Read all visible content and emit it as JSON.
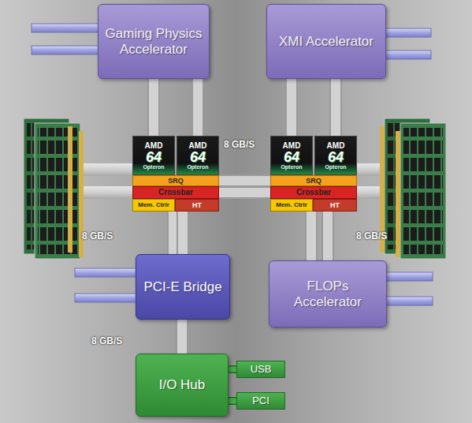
{
  "diagram": {
    "nodes": [
      {
        "text": [
          "Gaming Physics Accelerator"
        ]
      },
      {
        "text": [
          "XMI Accelerator"
        ]
      },
      {
        "text": [
          "AMD",
          "64",
          "Opteron"
        ]
      },
      {
        "text": [
          "AMD",
          "64",
          "Opteron"
        ]
      },
      {
        "text": [
          "SRQ"
        ]
      },
      {
        "text": [
          "Crossbar"
        ]
      },
      {
        "text": [
          "Mem. Ctrlr"
        ]
      },
      {
        "text": [
          "HT"
        ]
      },
      {
        "text": [
          "AMD",
          "64",
          "Opteron"
        ]
      },
      {
        "text": [
          "AMD",
          "64",
          "Opteron"
        ]
      },
      {
        "text": [
          "SRQ"
        ]
      },
      {
        "text": [
          "Crossbar"
        ]
      },
      {
        "text": [
          "Mem. Ctrlr"
        ]
      },
      {
        "text": [
          "HT"
        ]
      },
      {
        "text": [
          "PCI-E Bridge"
        ]
      },
      {
        "text": [
          "FLOPs Accelerator"
        ]
      },
      {
        "text": [
          "I/O Hub"
        ]
      },
      {
        "text": [
          "USB"
        ]
      },
      {
        "text": [
          "PCI"
        ]
      }
    ],
    "edges": [
      {
        "from": 0,
        "to": 2,
        "arrow": "none"
      },
      {
        "from": 0,
        "to": 3,
        "arrow": "none"
      },
      {
        "from": 1,
        "to": 8,
        "arrow": "none"
      },
      {
        "from": 1,
        "to": 9,
        "arrow": "none"
      },
      {
        "from": 4,
        "to": 10,
        "arrow": "none"
      },
      {
        "from": 5,
        "to": 11,
        "arrow": "none"
      },
      {
        "from": 6,
        "to": 14,
        "arrow": "none"
      },
      {
        "from": 7,
        "to": 14,
        "arrow": "none"
      },
      {
        "from": 12,
        "to": 15,
        "arrow": "none"
      },
      {
        "from": 13,
        "to": 15,
        "arrow": "none"
      },
      {
        "from": 14,
        "to": 16,
        "arrow": "none"
      },
      {
        "from": 16,
        "to": 17,
        "arrow": "none"
      },
      {
        "from": 16,
        "to": 18,
        "arrow": "none"
      }
    ],
    "labels": [
      "8 GB/S",
      "8 GB/S",
      "8 GB/S",
      "8 GB/S"
    ]
  }
}
